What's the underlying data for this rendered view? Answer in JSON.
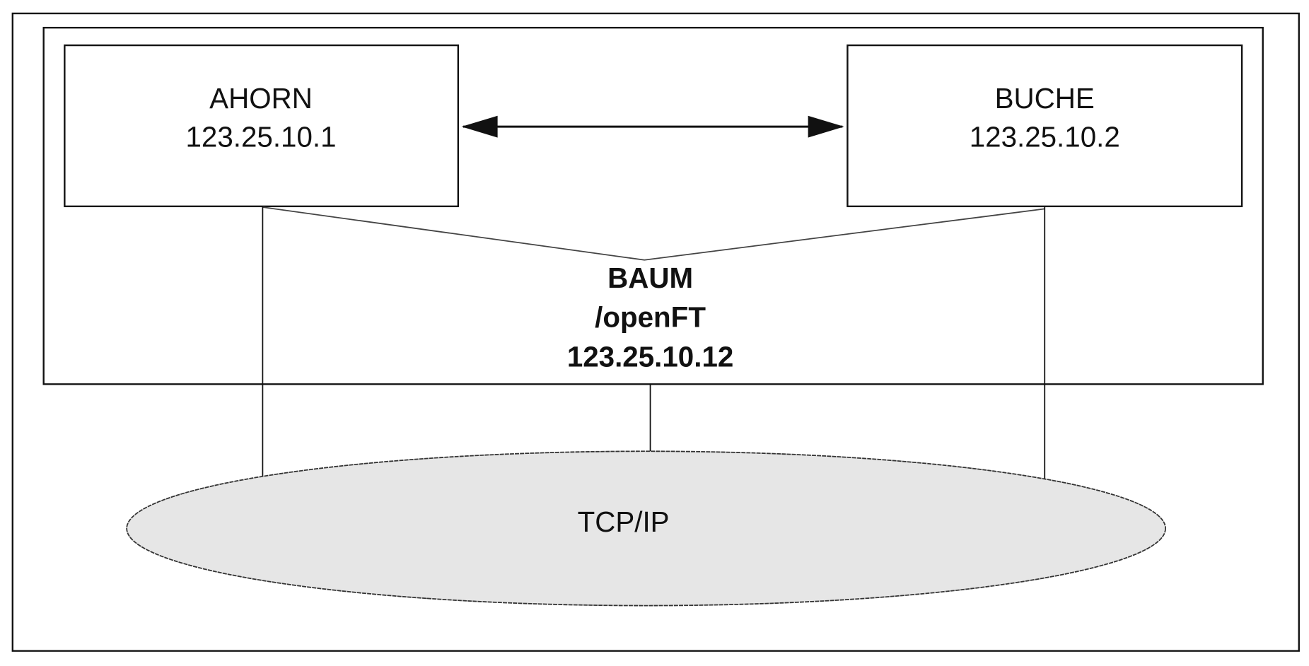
{
  "nodes": {
    "ahorn": {
      "name": "AHORN",
      "ip": "123.25.10.1"
    },
    "buche": {
      "name": "BUCHE",
      "ip": "123.25.10.2"
    },
    "cluster": {
      "name": "BAUM",
      "subname": "/openFT",
      "ip": "123.25.10.12"
    },
    "network": {
      "name": "TCP/IP"
    }
  },
  "colors": {
    "network_fill": "#e6e6e6",
    "stroke": "#111111"
  }
}
